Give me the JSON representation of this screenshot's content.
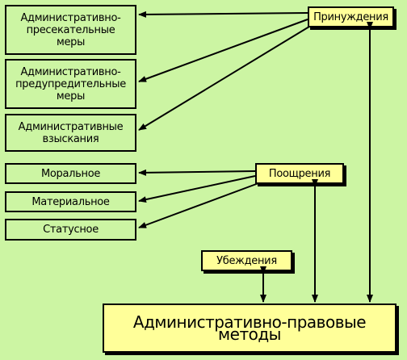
{
  "nodes": {
    "admin_preventive_stop": "Административно-\nпресекательные\nмеры",
    "admin_preventive": "Административно-\nпредупредительные\nмеры",
    "admin_penalties": "Административные\nвзыскания",
    "moral": "Моральное",
    "material": "Материальное",
    "status": "Статусное",
    "coercion": "Принуждения",
    "encouragement": "Поощрения",
    "persuasion": "Убеждения",
    "methods": "Административно-правовые методы"
  }
}
